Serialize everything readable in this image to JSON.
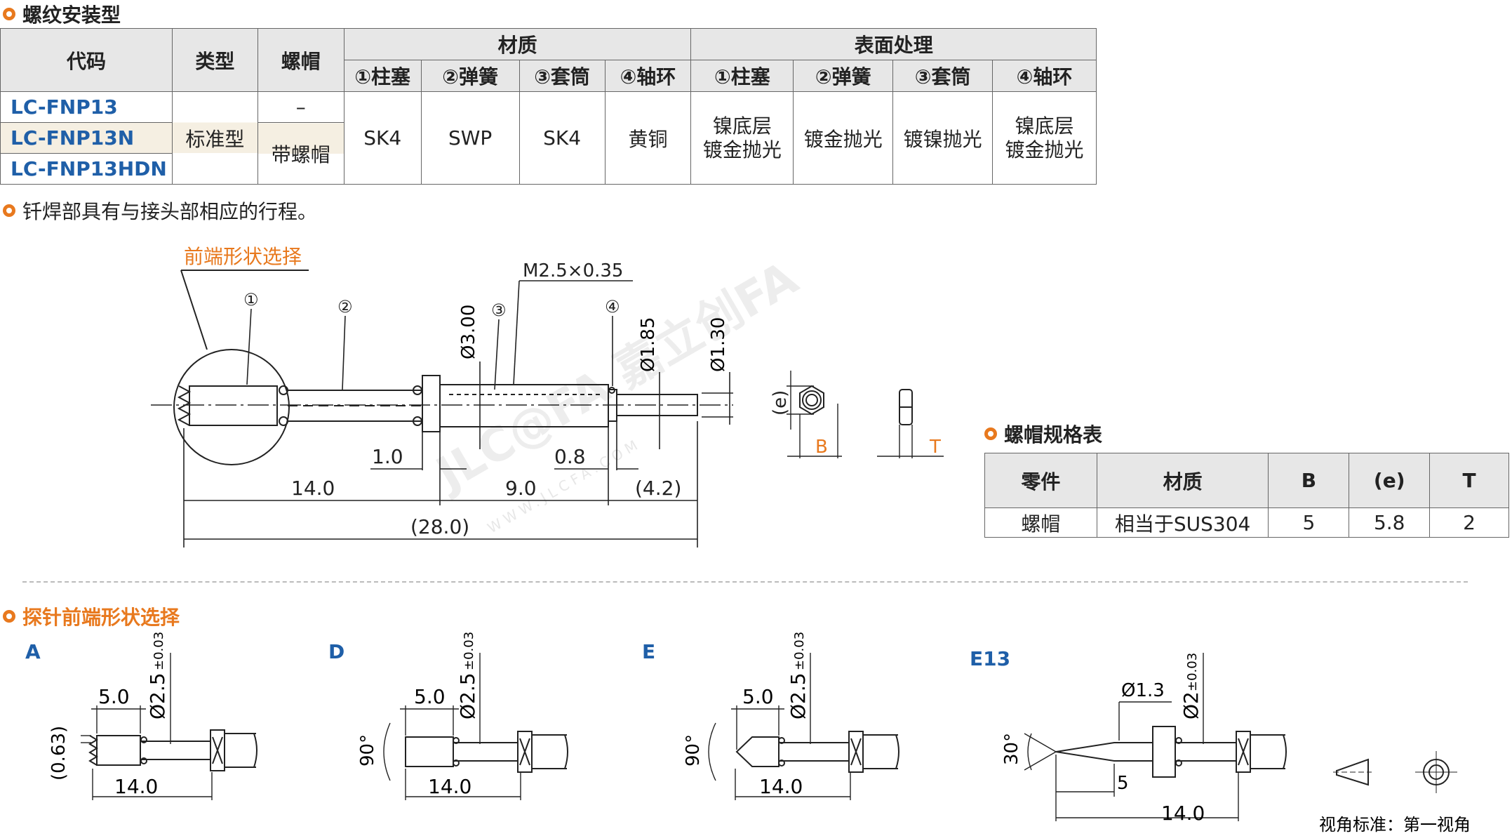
{
  "section1": {
    "title": "螺纹安装型"
  },
  "table": {
    "headers": {
      "code": "代码",
      "type": "类型",
      "nut": "螺帽",
      "material": "材质",
      "surface": "表面处理",
      "sub": [
        "①柱塞",
        "②弹簧",
        "③套筒",
        "④轴环"
      ]
    },
    "codes": [
      "LC-FNP13",
      "LC-FNP13N",
      "LC-FNP13HDN"
    ],
    "type_value": "标准型",
    "nut_none": "–",
    "nut_with": "带螺帽",
    "materials": [
      "SK4",
      "SWP",
      "SK4",
      "黄铜"
    ],
    "surfaces": [
      "镍底层\n镀金抛光",
      "镀金抛光",
      "镀镍抛光",
      "镍底层\n镀金抛光"
    ]
  },
  "note": "钎焊部具有与接头部相应的行程。",
  "drawing": {
    "tip_select_label": "前端形状选择",
    "thread_label": "M2.5×0.35",
    "callouts": [
      "①",
      "②",
      "③",
      "④"
    ],
    "dims": {
      "d300": "Ø3.00",
      "d185": "Ø1.85",
      "d130": "Ø1.30",
      "d1": "1.0",
      "d08": "0.8",
      "d14": "14.0",
      "d9": "9.0",
      "d42": "(4.2)",
      "d28": "(28.0)"
    },
    "nut_labels": {
      "e": "(e)",
      "B": "B",
      "T": "T"
    }
  },
  "nut_table": {
    "title": "螺帽规格表",
    "headers": [
      "零件",
      "材质",
      "B",
      "(e)",
      "T"
    ],
    "row": [
      "螺帽",
      "相当于SUS304",
      "5",
      "5.8",
      "2"
    ]
  },
  "section2": {
    "title": "探针前端形状选择"
  },
  "tips": {
    "A": {
      "label": "A",
      "d5": "5.0",
      "d14": "14.0",
      "dia": "Ø2.5",
      "tol": "±0.03",
      "side": "(0.63)"
    },
    "D": {
      "label": "D",
      "d5": "5.0",
      "d14": "14.0",
      "dia": "Ø2.5",
      "tol": "±0.03",
      "angle": "90°"
    },
    "E": {
      "label": "E",
      "d5": "5.0",
      "d14": "14.0",
      "dia": "Ø2.5",
      "tol": "±0.03",
      "angle": "90°"
    },
    "E13": {
      "label": "E13",
      "d13": "Ø1.3",
      "d5": "5",
      "d14": "14.0",
      "dia": "Ø2",
      "tol": "±0.03",
      "angle": "30°"
    }
  },
  "projection": "视角标准：第一视角",
  "watermark": {
    "brand": "JLC@FA 嘉立创FA",
    "url": "WWW.JLCFA.COM"
  },
  "colors": {
    "accent": "#e8791e",
    "code_blue": "#1f5fa8",
    "header_bg": "#e7e7e7",
    "line": "#222222"
  }
}
